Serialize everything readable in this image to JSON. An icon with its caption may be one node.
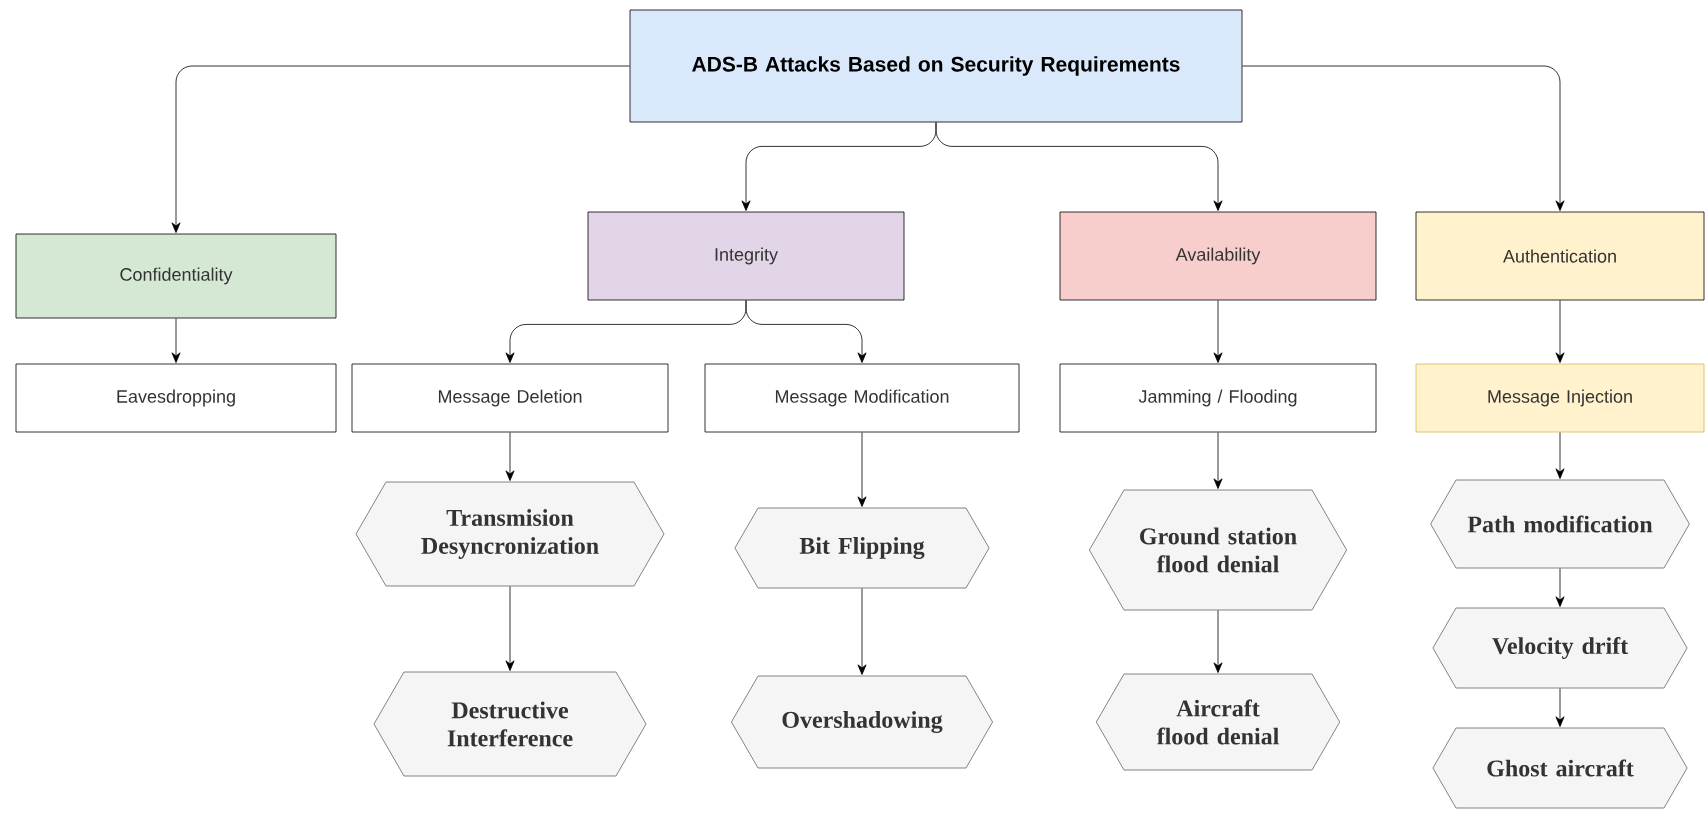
{
  "diagram": {
    "nodes": [
      {
        "text": [
          "ADS-B Attacks Based on Security Requirements"
        ]
      },
      {
        "text": [
          "Confidentiality"
        ]
      },
      {
        "text": [
          "Integrity"
        ]
      },
      {
        "text": [
          "Availability"
        ]
      },
      {
        "text": [
          "Authentication"
        ]
      },
      {
        "text": [
          "Eavesdropping"
        ]
      },
      {
        "text": [
          "Message Deletion"
        ]
      },
      {
        "text": [
          "Message Modification"
        ]
      },
      {
        "text": [
          "Jamming / Flooding"
        ]
      },
      {
        "text": [
          "Message Injection"
        ]
      },
      {
        "text": [
          "Transmision Desyncronization"
        ]
      },
      {
        "text": [
          "Destructive Interference"
        ]
      },
      {
        "text": [
          "Bit Flipping"
        ]
      },
      {
        "text": [
          "Overshadowing"
        ]
      },
      {
        "text": [
          "Ground station flood denial"
        ]
      },
      {
        "text": [
          "Aircraft flood denial"
        ]
      },
      {
        "text": [
          "Path modification"
        ]
      },
      {
        "text": [
          "Velocity drift"
        ]
      },
      {
        "text": [
          "Ghost aircraft"
        ]
      }
    ],
    "edges": [
      {
        "from": 0,
        "to": 1,
        "arrow": "to"
      },
      {
        "from": 0,
        "to": 2,
        "arrow": "to"
      },
      {
        "from": 0,
        "to": 3,
        "arrow": "to"
      },
      {
        "from": 0,
        "to": 4,
        "arrow": "to"
      },
      {
        "from": 1,
        "to": 5,
        "arrow": "to"
      },
      {
        "from": 2,
        "to": 6,
        "arrow": "to"
      },
      {
        "from": 2,
        "to": 7,
        "arrow": "to"
      },
      {
        "from": 3,
        "to": 8,
        "arrow": "to"
      },
      {
        "from": 4,
        "to": 9,
        "arrow": "to"
      },
      {
        "from": 6,
        "to": 10,
        "arrow": "to"
      },
      {
        "from": 10,
        "to": 11,
        "arrow": "to"
      },
      {
        "from": 7,
        "to": 12,
        "arrow": "to"
      },
      {
        "from": 12,
        "to": 13,
        "arrow": "to"
      },
      {
        "from": 8,
        "to": 14,
        "arrow": "to"
      },
      {
        "from": 14,
        "to": 15,
        "arrow": "to"
      },
      {
        "from": 9,
        "to": 16,
        "arrow": "to"
      },
      {
        "from": 16,
        "to": 17,
        "arrow": "to"
      },
      {
        "from": 17,
        "to": 18,
        "arrow": "to"
      }
    ]
  }
}
